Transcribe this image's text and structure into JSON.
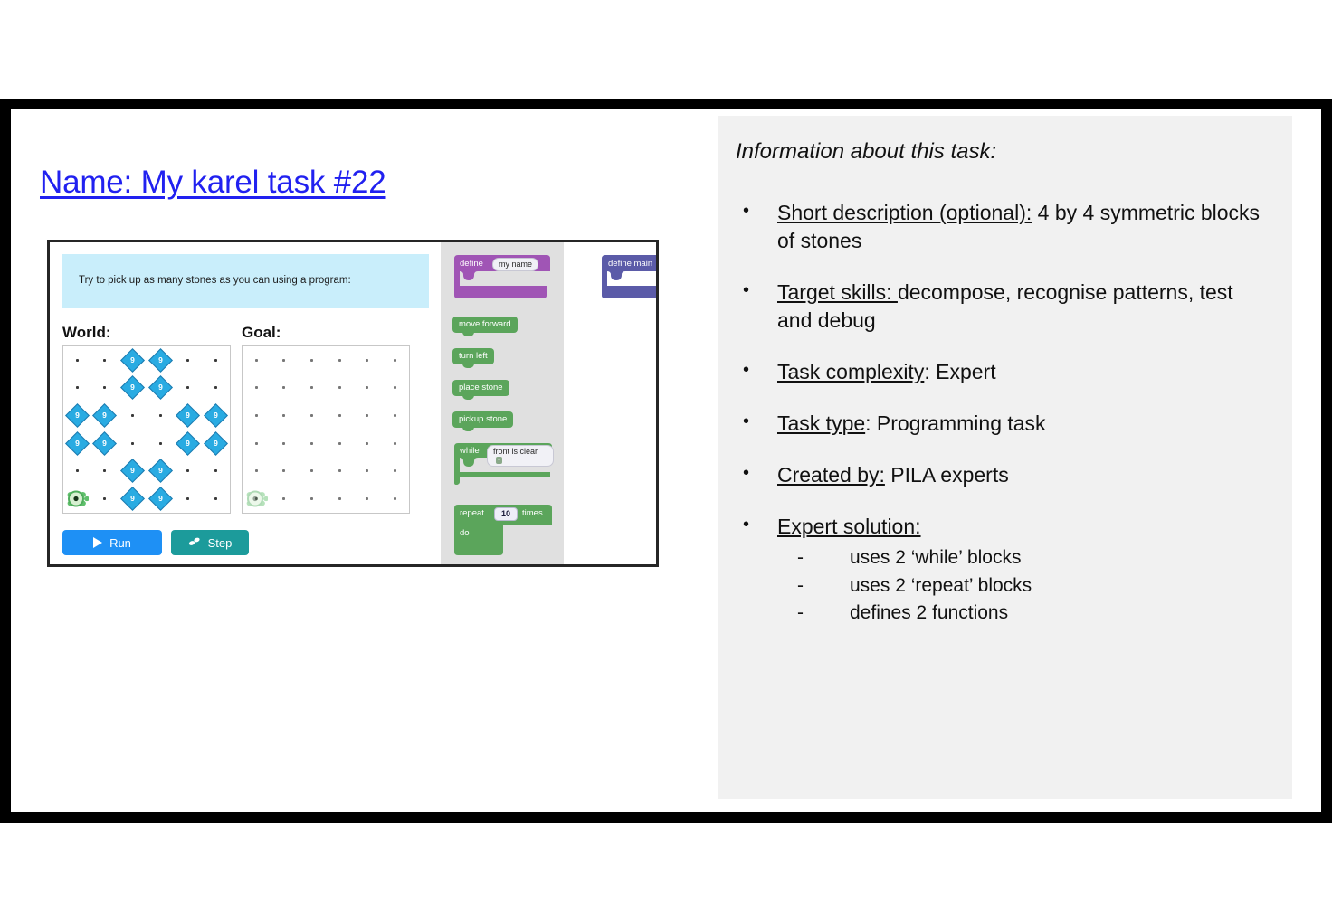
{
  "slide": {
    "title": "Name: My karel task #22"
  },
  "karel_app": {
    "instruction": "Try to pick up as many stones as you can using a program:",
    "world_heading": "World:",
    "goal_heading": "Goal:",
    "stone_label": "9",
    "grid": {
      "rows": 6,
      "cols": 6,
      "world_stones": [
        [
          0,
          0,
          1,
          1,
          0,
          0
        ],
        [
          0,
          0,
          1,
          1,
          0,
          0
        ],
        [
          1,
          1,
          0,
          0,
          1,
          1
        ],
        [
          1,
          1,
          0,
          0,
          1,
          1
        ],
        [
          0,
          0,
          1,
          1,
          0,
          0
        ],
        [
          0,
          0,
          1,
          1,
          0,
          0
        ]
      ],
      "goal_stones": [
        [
          0,
          0,
          0,
          0,
          0,
          0
        ],
        [
          0,
          0,
          0,
          0,
          0,
          0
        ],
        [
          0,
          0,
          0,
          0,
          0,
          0
        ],
        [
          0,
          0,
          0,
          0,
          0,
          0
        ],
        [
          0,
          0,
          0,
          0,
          0,
          0
        ],
        [
          0,
          0,
          0,
          0,
          0,
          0
        ]
      ],
      "karel_row": 5,
      "karel_col": 0
    },
    "buttons": {
      "run": "Run",
      "step": "Step"
    },
    "palette_blocks": {
      "define_label": "define",
      "define_field": "my name",
      "move_forward": "move forward",
      "turn_left": "turn left",
      "place_stone": "place stone",
      "pickup_stone": "pickup stone",
      "while_label": "while",
      "while_condition": "front is clear",
      "repeat_label": "repeat",
      "repeat_count": "10",
      "repeat_times": "times",
      "repeat_do": "do"
    },
    "workspace_blocks": {
      "define_main": "define main"
    },
    "colors": {
      "banner": "#c9eefb",
      "stone": "#29abe2",
      "run_button": "#1e90f5",
      "step_button": "#1c9b9b",
      "motion_block": "#5ba55b",
      "define_block": "#a055b5",
      "main_block": "#5b5ba8"
    }
  },
  "info_panel": {
    "heading": "Information about this task:",
    "bullet_marker": "•",
    "sub_marker": "-",
    "bullets": [
      {
        "label": "Short description (optional):",
        "value": " 4 by 4 symmetric blocks of stones"
      },
      {
        "label": "Target skills: ",
        "value": "decompose, recognise patterns, test and debug"
      },
      {
        "label": "Task complexity",
        "value": ": Expert"
      },
      {
        "label": "Task type",
        "value": ": Programming task"
      },
      {
        "label": "Created by:",
        "value": " PILA experts"
      },
      {
        "label": "Expert solution:",
        "value": "",
        "sub_items": [
          "uses 2 ‘while’ blocks",
          "uses 2 ‘repeat’ blocks",
          "defines 2 functions"
        ]
      }
    ]
  }
}
